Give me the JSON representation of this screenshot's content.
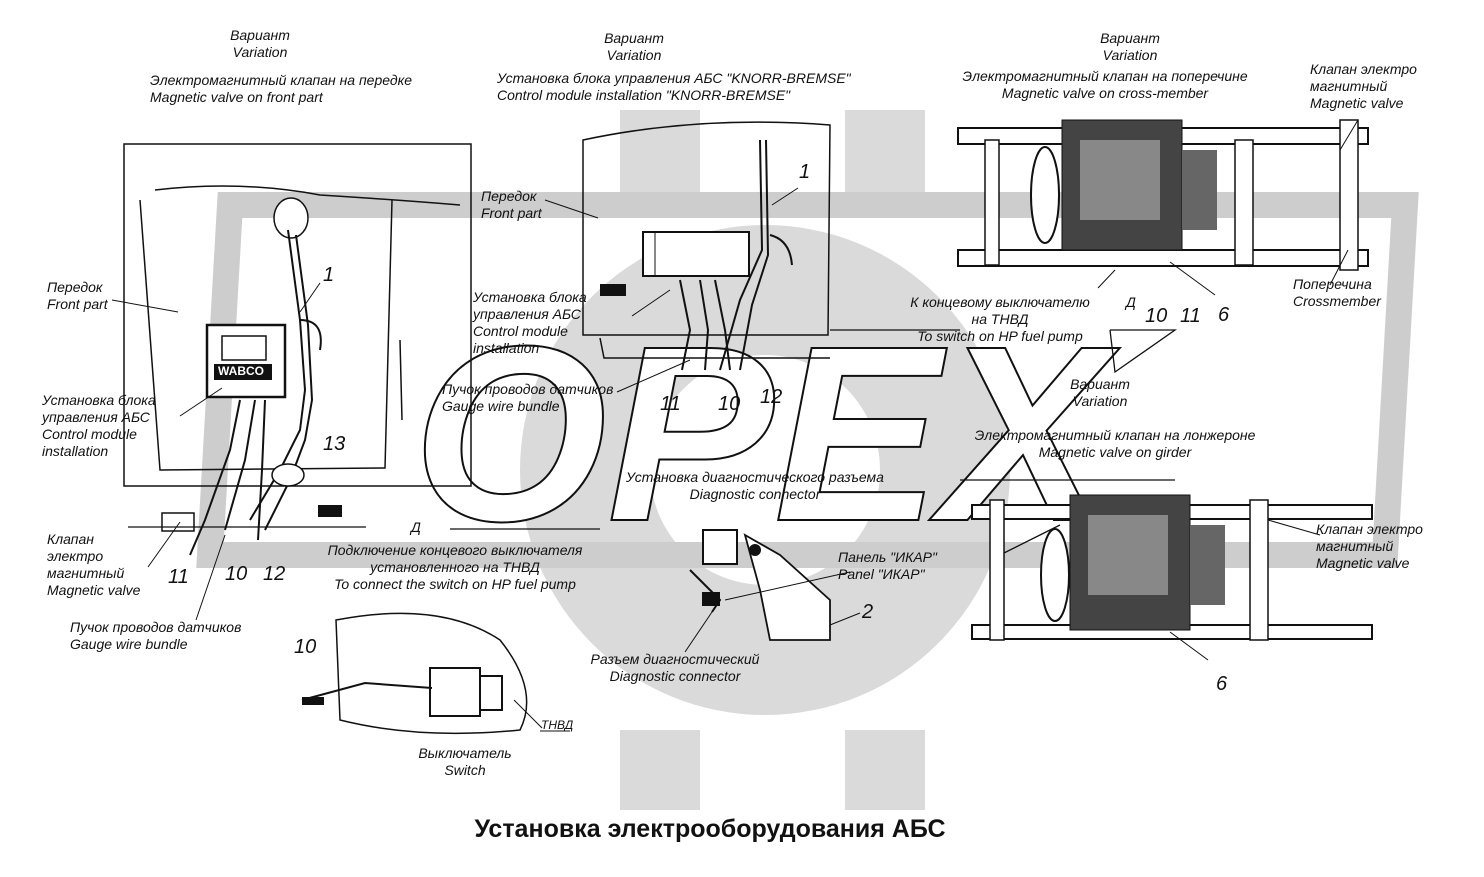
{
  "watermark": {
    "text": "OPEX",
    "gear_color": "#d9d9d9",
    "band_color": "#cfcfcf"
  },
  "title": "Установка электрооборудования АБС",
  "labels": {
    "var1": "Вариант\nVariation",
    "var1_desc": "Электромагнитный клапан на передке\nMagnetic valve on front part",
    "var2": "Вариант\nVariation",
    "var2_desc": "Установка блока управления АБС \"KNORR-BREMSE\"\nControl module installation \"KNORR-BREMSE\"",
    "var3": "Вариант\nVariation",
    "var3_desc": "Электромагнитный клапан на поперечине\nMagnetic valve on cross-member",
    "var3_valve": "Клапан электро\nмагнитный\nMagnetic valve",
    "var4": "Вариант\nVariation",
    "var4_desc": "Электромагнитный клапан на лонжероне\nMagnetic valve on girder",
    "front_part_left": "Передок\nFront part",
    "front_part_mid": "Передок\nFront part",
    "control_install_left": "Установка блока\n управления АБС\nControl module\ninstallation",
    "control_install_mid": "Установка блока\n управления АБС\nControl module\ninstallation",
    "valve_left": "Клапан\nэлектро\nмагнитный\nMagnetic valve",
    "gauge_bundle_left": "Пучок проводов датчиков\nGauge wire bundle",
    "gauge_bundle_mid": "Пучок проводов датчиков\nGauge wire bundle",
    "switch_connect": "Подключение концевого выключателя\nустановленного на ТНВД\nTo connect the switch on HP fuel pump",
    "to_switch": "К концевому выключателю\nна ТНВД\nTo switch on HP fuel pump",
    "diag_install": "Установка диагностического разъема\nDiagnostic connector",
    "panel": "Панель \"ИКАР\"\nPanel \"ИКАР\"",
    "diag_connector": "Разъем диагностический\nDiagnostic connector",
    "crossmember": "Поперечина\nCrossmember",
    "valve_girder": "Клапан электро\nмагнитный\nMagnetic valve",
    "switch": "Выключатель\nSwitch",
    "tnvd": "ТНВД",
    "wabco": "WABCO",
    "d_left": "Д",
    "d_right": "Д"
  },
  "callouts": {
    "n1_left": "1",
    "n13": "13",
    "n11_left": "11",
    "n10_left": "10",
    "n12_left": "12",
    "n1_mid": "1",
    "n11_mid": "11",
    "n10_mid": "10",
    "n12_mid": "12",
    "n10_r": "10",
    "n11_r": "11",
    "n6_r": "6",
    "n6_low": "6",
    "n2": "2",
    "n10_sw": "10"
  }
}
